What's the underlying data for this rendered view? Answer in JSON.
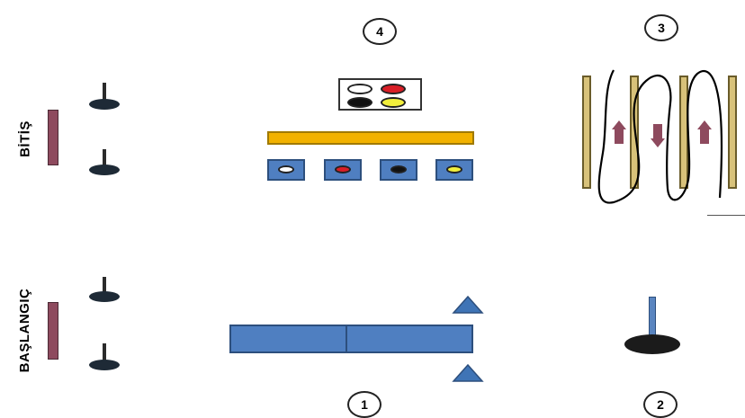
{
  "labels": {
    "finish": "BİTİŞ",
    "start": "BAŞLANGIÇ"
  },
  "stations": {
    "s1": "1",
    "s2": "2",
    "s3": "3",
    "s4": "4"
  },
  "colors": {
    "background": "#ffffff",
    "blue_block": "#4f7fc1",
    "yellow_bar": "#f2b200",
    "rail": "#d8c27a",
    "ladder": "#8e4a5e",
    "cone": "#1e2a36",
    "triangle": "#3f74b6",
    "dot_white": "#ffffff",
    "dot_red": "#d91e26",
    "dot_black": "#111111",
    "dot_yellow": "#f2ef3c"
  }
}
